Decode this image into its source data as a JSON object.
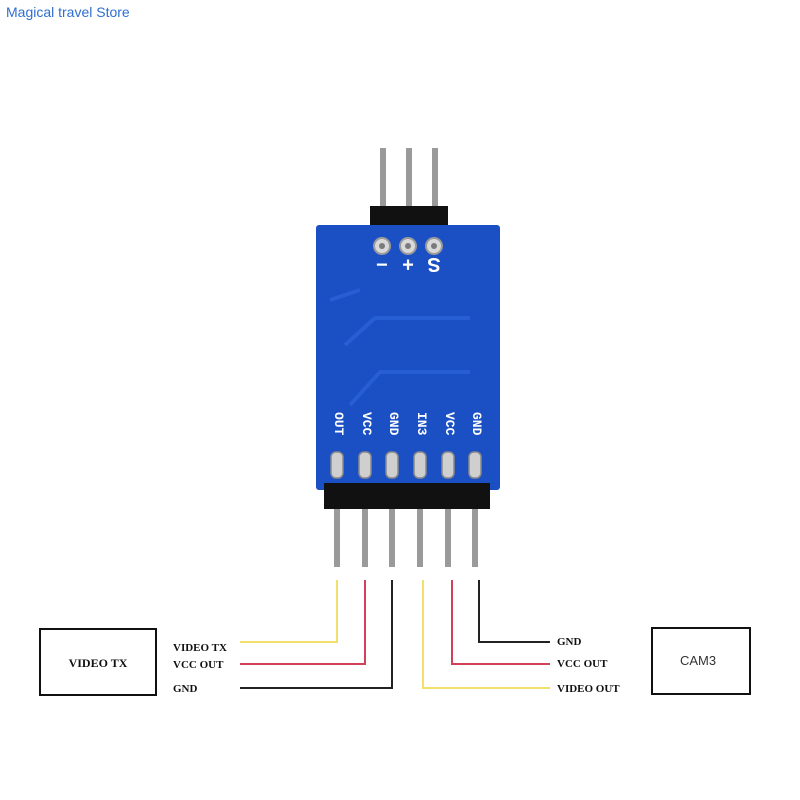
{
  "store_name": "Magical travel Store",
  "colors": {
    "board": "#1b4fc4",
    "board_dark": "#123a98",
    "header": "#111111",
    "pin": "#8a8a8a",
    "wire_yellow": "#f2e06a",
    "wire_red": "#d4405a",
    "wire_black": "#222222"
  },
  "board": {
    "top_pads": [
      "−",
      "+",
      "S"
    ],
    "pin_labels": [
      "OUT",
      "VCC",
      "GND",
      "IN3",
      "VCC",
      "GND"
    ]
  },
  "left_box": {
    "title": "VIDEO TX",
    "wires": [
      "VIDEO TX",
      "VCC OUT",
      "GND"
    ]
  },
  "right_box": {
    "title": "CAM3",
    "wires": [
      "GND",
      "VCC OUT",
      "VIDEO OUT"
    ]
  }
}
